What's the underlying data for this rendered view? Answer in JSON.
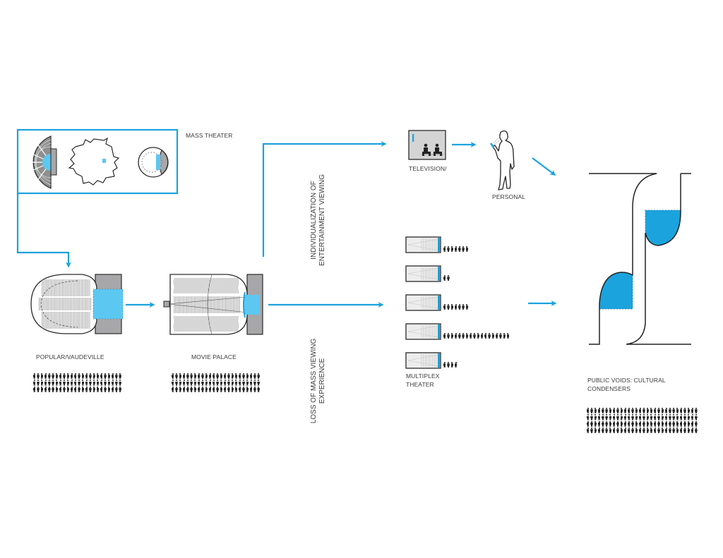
{
  "colors": {
    "accent": "#1ba3dd",
    "accent_fill": "#5cc8f2",
    "stage_gray": "#a7a7a9",
    "outline": "#2a2a2a",
    "seat_gray": "#b5b5b5",
    "crowd": "#222222"
  },
  "labels": {
    "mass_theater": "MASS THEATER",
    "popular_vaudeville": "POPULAR/VAUDEVILLE",
    "movie_palace": "MOVIE PALACE",
    "television": "TELEVISION/",
    "personal": "PERSONAL",
    "multiplex_line1": "MULTIPLEX",
    "multiplex_line2": "THEATER",
    "public_voids_line1": "PUBLIC VOIDS: CULTURAL",
    "public_voids_line2": "CONDENSERS",
    "individualization_line1": "INDIVIDUALIZATION OF",
    "individualization_line2": "ENTERTAINMENT VIEWING",
    "loss_line1": "LOSS OF MASS VIEWING",
    "loss_line2": "EXPERIENCE"
  },
  "audiences": {
    "popular_vaudeville": {
      "rows": 3,
      "per_row": 24
    },
    "movie_palace": {
      "rows": 3,
      "per_row": 24
    },
    "multiplex_screens": [
      7,
      2,
      7,
      18,
      4
    ],
    "public_voids": {
      "rows": 4,
      "per_row": 30
    }
  },
  "icons": {
    "mass_theater_plans": [
      "greek-amphitheater-plan",
      "irregular-hall-plan",
      "round-theater-plan"
    ],
    "television": "tv-viewers-icon",
    "personal": "person-with-device-icon"
  }
}
